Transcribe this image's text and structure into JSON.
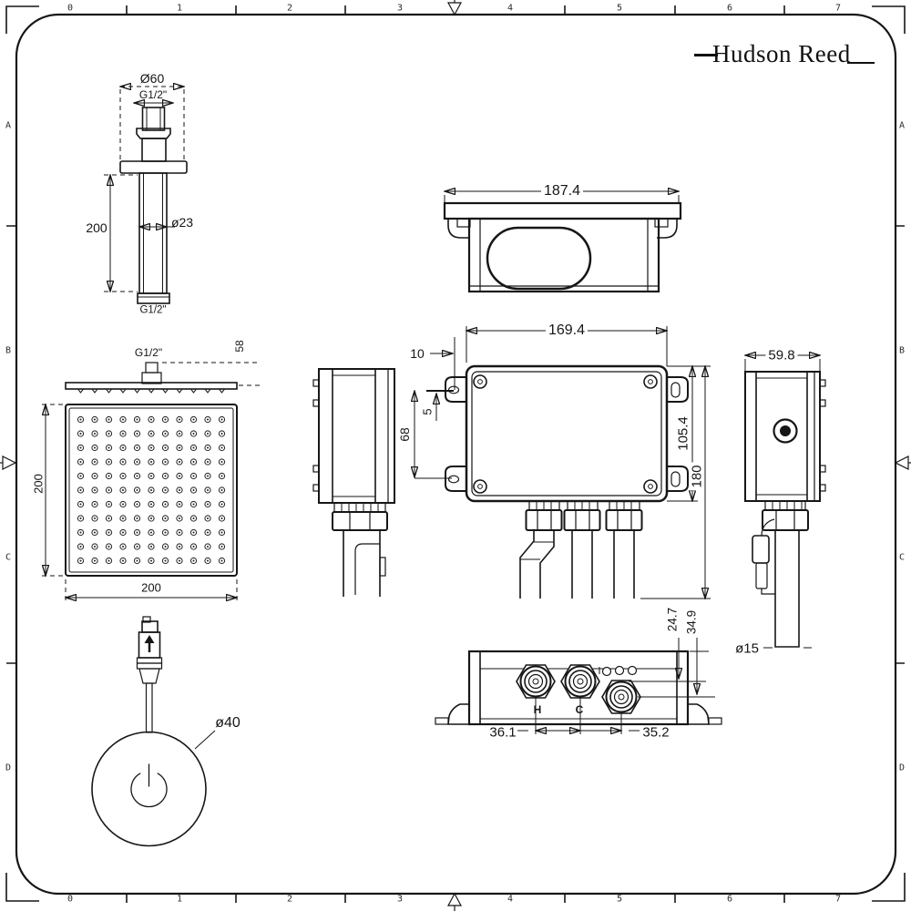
{
  "brand": {
    "name": "Hudson Reed"
  },
  "frame": {
    "top_ruler": [
      "0",
      "1",
      "2",
      "3",
      "4",
      "5",
      "6",
      "7"
    ],
    "bottom_ruler": [
      "0",
      "1",
      "2",
      "3",
      "4",
      "5",
      "6",
      "7"
    ],
    "left_ruler": [
      "A",
      "B",
      "C",
      "D"
    ],
    "right_ruler": [
      "A",
      "B",
      "C",
      "D"
    ]
  },
  "ceiling_arm": {
    "dim_flange_diameter": "Ø60",
    "dim_thread_top": "G1/2\"",
    "dim_arm_length": "200",
    "dim_pipe_diameter": "ø23",
    "dim_thread_bottom": "G1/2\""
  },
  "shower_head": {
    "dim_thread": "G1/2\"",
    "dim_height": "58",
    "dim_side": "200",
    "dim_width": "200",
    "nozzle_grid": {
      "rows": 11,
      "cols": 11
    }
  },
  "remote_control": {
    "dim_diameter": "ø40"
  },
  "valve": {
    "top_view": {
      "dim_width": "187.4"
    },
    "front_view": {
      "dim_width": "169.4",
      "dim_tab_offset": "10",
      "dim_tab_gap": "5",
      "dim_fixing_centres": "68",
      "dim_body_height": "105.4",
      "dim_overall_height": "180"
    },
    "side_view": {
      "dim_depth": "59.8",
      "dim_pipe_diameter": "ø15"
    },
    "bottom_view": {
      "label_hot": "H",
      "label_cold": "C",
      "dim_outlet_offset_1": "24.7",
      "dim_outlet_offset_2": "34.9",
      "dim_port_spacing_left": "36.1",
      "dim_port_spacing_right": "35.2"
    }
  }
}
